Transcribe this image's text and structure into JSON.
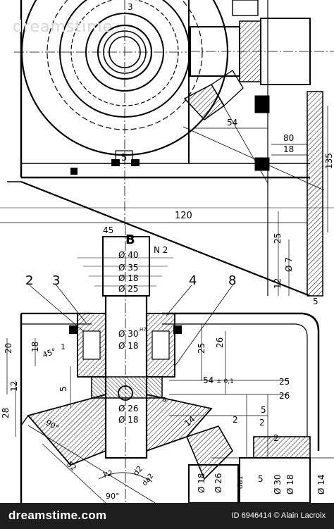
{
  "labels": {
    "top_5": "5",
    "top_3": "3",
    "dim_54": "54",
    "dim_80": "80",
    "dim_18": "18",
    "dim_135": "135",
    "dim_120": "120",
    "dim_45": "45",
    "view_B": "B",
    "n2": "N 2",
    "phi_40": "40",
    "phi_35": "35",
    "phi_18": "18",
    "phi_25": "25",
    "dim_25_right": "25",
    "phi_7": "7",
    "dim_12": "12",
    "dim_5_right": "5",
    "part_2": "2",
    "part_3": "3",
    "part_4": "4",
    "part_8": "8",
    "phi_30": "30",
    "phi_18h": "18",
    "fit_H7": "H7",
    "dim_20": "20",
    "dim_18_left": "18",
    "angle_45": "45°",
    "dim_25_mid": "25",
    "dim_26": "26",
    "dim_54_tol": "54",
    "tol_01": "± 0,1",
    "dim_25_lower": "25",
    "dim_26_lower": "26",
    "dim_5_left": "5",
    "dim_1": "1",
    "phi_26": "26",
    "phi_18f": "18",
    "dim_28": "28",
    "dim_12_left": "12",
    "dim_14": "14",
    "dim_2a": "2",
    "dim_2b": "2",
    "dim_2c": "2",
    "dim_5_low": "5",
    "dim_a": "a",
    "angle_90": "90°",
    "angle_90b": "90°",
    "delta2": "δ2",
    "gamma2": "γ2",
    "da2": "da2",
    "da1": "da1",
    "d2": "d2",
    "dim_5_bot": "5",
    "dim_30": "30",
    "dim_18_bot": "18",
    "phi_18_bot": "18",
    "phi_26_bot": "26",
    "phi_14": "14"
  },
  "watermark": {
    "top": "dreamstime"
  },
  "footer": {
    "logo": "dreamstime.com",
    "credit": "ID 6946414 © Alain Lacroix"
  }
}
